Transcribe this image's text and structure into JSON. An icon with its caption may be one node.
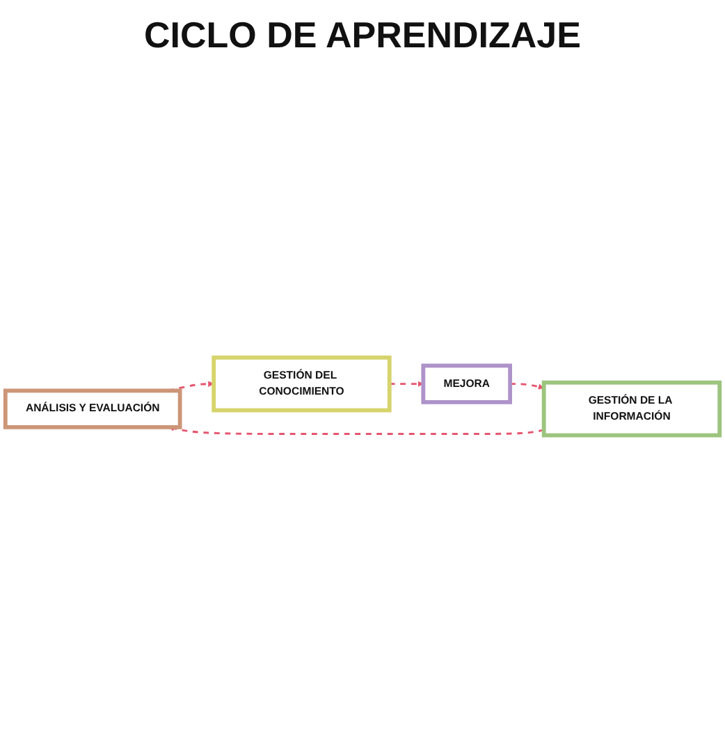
{
  "diagram": {
    "title": "CICLO DE APRENDIZAJE",
    "nodes": [
      {
        "text": [
          "ANÁLISIS Y EVALUACIÓN"
        ]
      },
      {
        "text": [
          "GESTIÓN DEL CONOCIMIENTO"
        ]
      },
      {
        "text": [
          "MEJORA"
        ]
      },
      {
        "text": [
          "GESTIÓN DE LA INFORMACIÓN"
        ]
      }
    ],
    "edges": [
      {
        "from": 0,
        "to": 1,
        "arrow": "to",
        "style": "dashed",
        "color": "#e5566f"
      },
      {
        "from": 1,
        "to": 2,
        "arrow": "to",
        "style": "dashed",
        "color": "#e5566f"
      },
      {
        "from": 2,
        "to": 3,
        "arrow": "to",
        "style": "dashed",
        "color": "#e5566f"
      },
      {
        "from": 3,
        "to": 0,
        "arrow": "to",
        "style": "dashed",
        "color": "#e5566f"
      }
    ]
  }
}
